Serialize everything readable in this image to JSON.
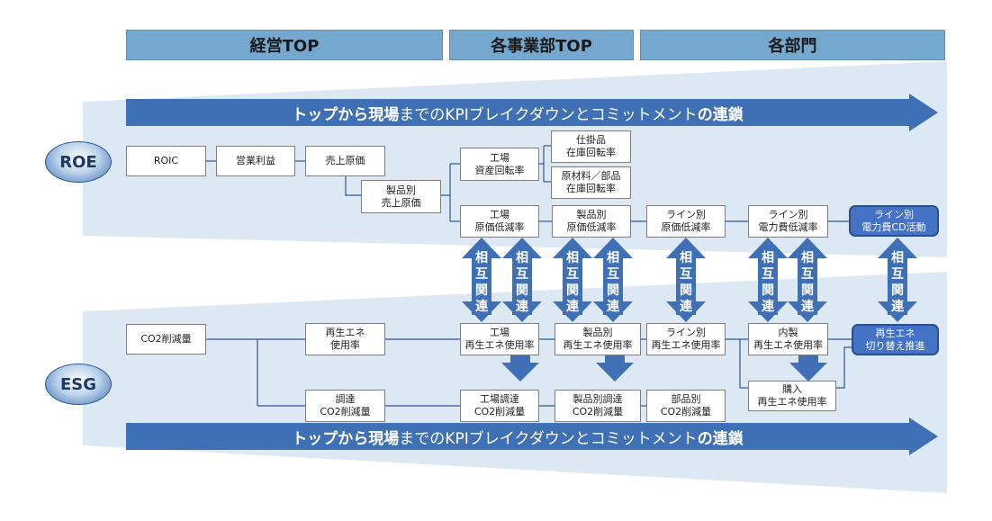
{
  "headers": {
    "management": "経営TOP",
    "division": "各事業部TOP",
    "dept": "各部門"
  },
  "banner": {
    "part1": "トップから現場",
    "part2": "までのKPIブレイクダウンとコミットメント",
    "part3": "の連鎖"
  },
  "circles": {
    "roe": "ROE",
    "esg": "ESG"
  },
  "roe": {
    "roic": "ROIC",
    "op_profit": "営業利益",
    "cogs": "売上原価",
    "product_cogs": "製品別\n売上原価",
    "factory_asset_turnover": "工場\n資産回転率",
    "wip_turnover": "仕掛品\n在庫回転率",
    "material_turnover": "原材料／部品\n在庫回転率",
    "factory_cost_reduction": "工場\n原価低減率",
    "product_cost_reduction": "製品別\n原価低減率",
    "line_cost_reduction": "ライン別\n原価低減率",
    "line_power_cost_reduction": "ライン別\n電力費低減率",
    "line_power_cd_activity": "ライン別\n電力費CD活動"
  },
  "esg": {
    "co2_reduction": "CO2削減量",
    "renewable_usage": "再生エネ\n使用率",
    "procurement_co2": "調達\nCO2削減量",
    "factory_renewable": "工場\n再生エネ使用率",
    "product_renewable": "製品別\n再生エネ使用率",
    "line_renewable": "ライン別\n再生エネ使用率",
    "inhouse_renewable": "内製\n再生エネ使用率",
    "renewable_switch": "再生エネ\n切り替え推進",
    "factory_procurement_co2": "工場調達\nCO2削減量",
    "product_procurement_co2": "製品別調達\nCO2削減量",
    "parts_co2": "部品別\nCO2削減量",
    "purchase_renewable": "購入\n再生エネ使用率"
  },
  "mutual_label": "相互関連",
  "colors": {
    "header": "#75a8cf",
    "banner": "#3f6fb4",
    "funnel": "#dce9f4",
    "activity": "#4472c4"
  }
}
